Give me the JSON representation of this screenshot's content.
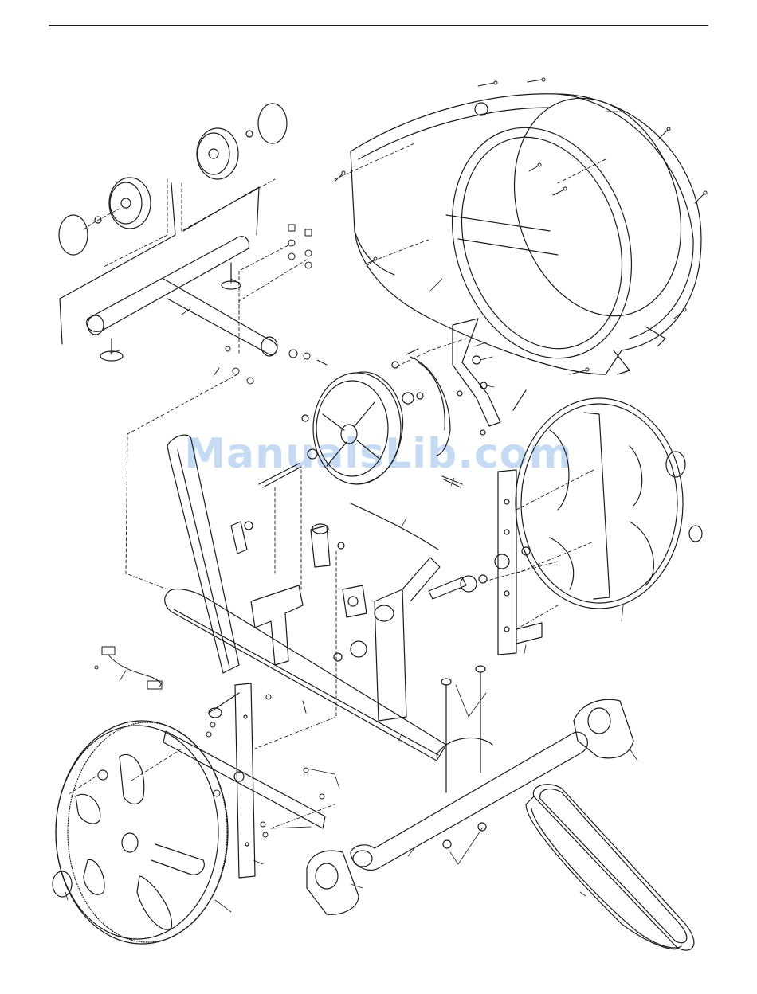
{
  "watermark": {
    "text": "ManualsLib.com",
    "color": "#1e6fd0"
  },
  "diagram": {
    "type": "exploded parts view",
    "line_color": "#1a1a1a",
    "parts": [
      "top-rule",
      "outer-shield",
      "inner-shield",
      "front-stabilizer",
      "flywheel",
      "pulley",
      "crank-arm",
      "idler-assembly",
      "main-frame",
      "upright",
      "crank-bracket",
      "rear-stabilizer",
      "rear-disk",
      "belt",
      "stabilizer-end-caps",
      "wheels",
      "wire-harness",
      "fasteners"
    ]
  }
}
